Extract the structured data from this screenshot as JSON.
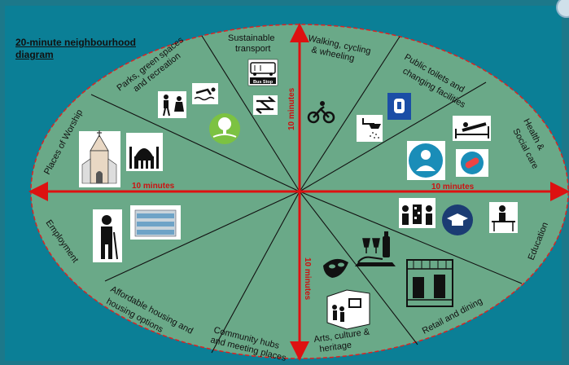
{
  "title_line1": "20-minute neighbourhood",
  "title_line2": "diagram",
  "segments": {
    "transport_l1": "Sustainable",
    "transport_l2": "transport",
    "walking_l1": "Walking, cycling",
    "walking_l2": "& wheeling",
    "toilets_l1": "Public toilets and",
    "toilets_l2": "changing facilities",
    "health_l1": "Health &",
    "health_l2": "Social care",
    "education": "Education",
    "retail": "Retail and dining",
    "arts_l1": "Arts, culture &",
    "arts_l2": "heritage",
    "community_l1": "Community hubs",
    "community_l2": "and meeting places",
    "housing_l1": "Affordable housing and",
    "housing_l2": "housing options",
    "employment": "Employment",
    "worship": "Places of Worship",
    "parks_l1": "Parks, green spaces",
    "parks_l2": "and recreation"
  },
  "axis_labels": {
    "top": "10 minutes",
    "bottom": "10 minutes",
    "left": "10 minutes",
    "right": "10 minutes"
  },
  "bus_stop_sign": "Bus Stop",
  "colors": {
    "ellipse_fill": "#6aa988",
    "line": "#111111",
    "arrow": "#dd1111",
    "background": "#0b7f96"
  }
}
